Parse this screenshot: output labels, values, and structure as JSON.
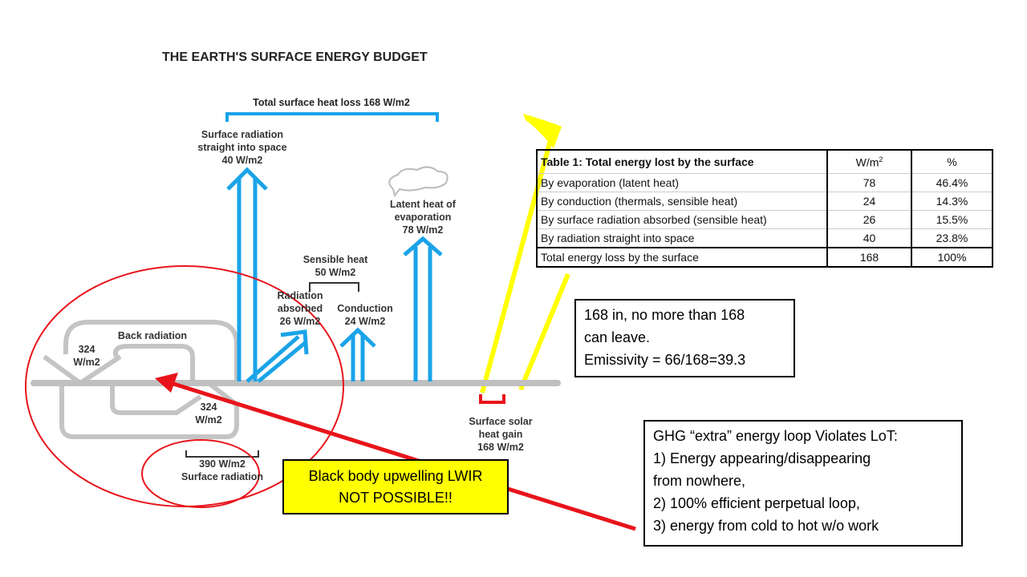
{
  "title": "THE EARTH'S SURFACE ENERGY BUDGET",
  "diagram": {
    "total_loss": "Total surface heat loss 168 W/m2",
    "surface_radiation_space": [
      "Surface radiation",
      "straight into space",
      "40 W/m2"
    ],
    "latent": [
      "Latent heat of",
      "evaporation",
      "78 W/m2"
    ],
    "sensible": [
      "Sensible heat",
      "50 W/m2"
    ],
    "radiation_absorbed": [
      "Radiation",
      "absorbed",
      "26 W/m2"
    ],
    "conduction": [
      "Conduction",
      "24 W/m2"
    ],
    "back_radiation": "Back radiation",
    "back_324_top": [
      "324",
      "W/m2"
    ],
    "back_324_bottom": [
      "324",
      "W/m2"
    ],
    "surface_390": [
      "390 W/m2",
      "Surface radiation"
    ],
    "solar_gain": [
      "Surface solar",
      "heat gain",
      "168 W/m2"
    ]
  },
  "table": {
    "header": [
      "Table 1: Total energy lost by the surface",
      "W/m",
      "2",
      "%"
    ],
    "rows": [
      [
        "By evaporation (latent heat)",
        "78",
        "46.4%"
      ],
      [
        "By conduction (thermals, sensible heat)",
        "24",
        "14.3%"
      ],
      [
        "By surface radiation absorbed (sensible heat)",
        "26",
        "15.5%"
      ],
      [
        "By radiation straight into space",
        "40",
        "23.8%"
      ]
    ],
    "total": [
      "Total energy loss by the surface",
      "168",
      "100%"
    ]
  },
  "note1": [
    "168 in, no more than 168",
    "can leave.",
    "Emissivity =  66/168=39.3"
  ],
  "note2": [
    "GHG “extra” energy loop Violates LoT:",
    "1) Energy appearing/disappearing",
    "from nowhere,",
    "2) 100% efficient perpetual loop,",
    "3) energy from cold to hot w/o work"
  ],
  "callout": [
    "Black body upwelling LWIR",
    "NOT POSSIBLE!!"
  ],
  "colors": {
    "arrow_blue": "#1aa3e8",
    "loop_gray": "#c4c4c4",
    "red": "#e8141b",
    "yellow": "#ffff00"
  }
}
